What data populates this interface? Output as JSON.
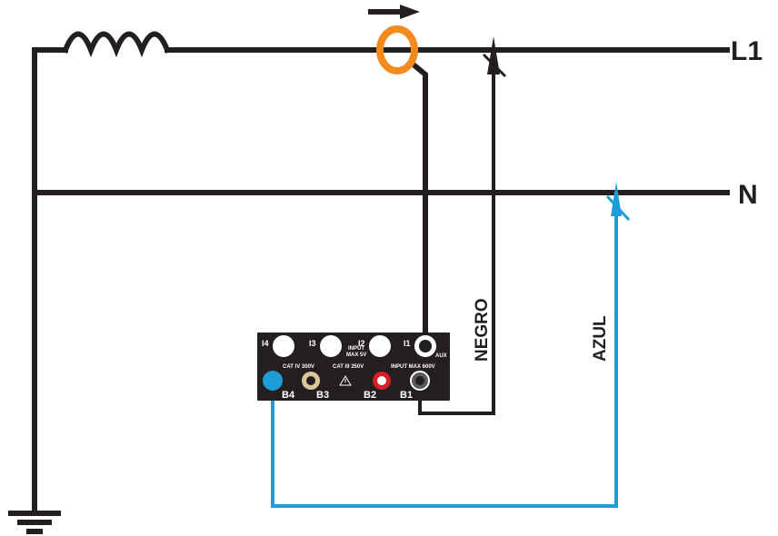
{
  "lines": {
    "phase": "L1",
    "neutral": "N"
  },
  "leads": {
    "black": "NEGRO",
    "blue": "AZUL"
  },
  "instrument": {
    "clamp_inputs": [
      "I4",
      "I3",
      "I2",
      "I1"
    ],
    "aux_label": "AUX",
    "input_max_clamp": [
      "INPUT",
      "MAX 5V"
    ],
    "cat_iv": "CAT IV 300V",
    "cat_iii": "CAT III 350V",
    "input_max_voltage": "INPUT MAX 600V",
    "voltage_terminals": [
      "B4",
      "B3",
      "B2",
      "B1"
    ]
  },
  "colors": {
    "wire": "#231f20",
    "blue_lead": "#1d9cd8",
    "clamp": "#f28a1e",
    "panel": "#231f20",
    "terminal_b4": "#1d9cd8",
    "terminal_b3": "#d9c69a",
    "terminal_b2": "#d71f26",
    "terminal_b1": "#3a3a3a"
  },
  "icons": {
    "warning": "warning-triangle-icon",
    "ground": "ground-symbol-icon",
    "direction": "current-direction-arrow-icon"
  }
}
